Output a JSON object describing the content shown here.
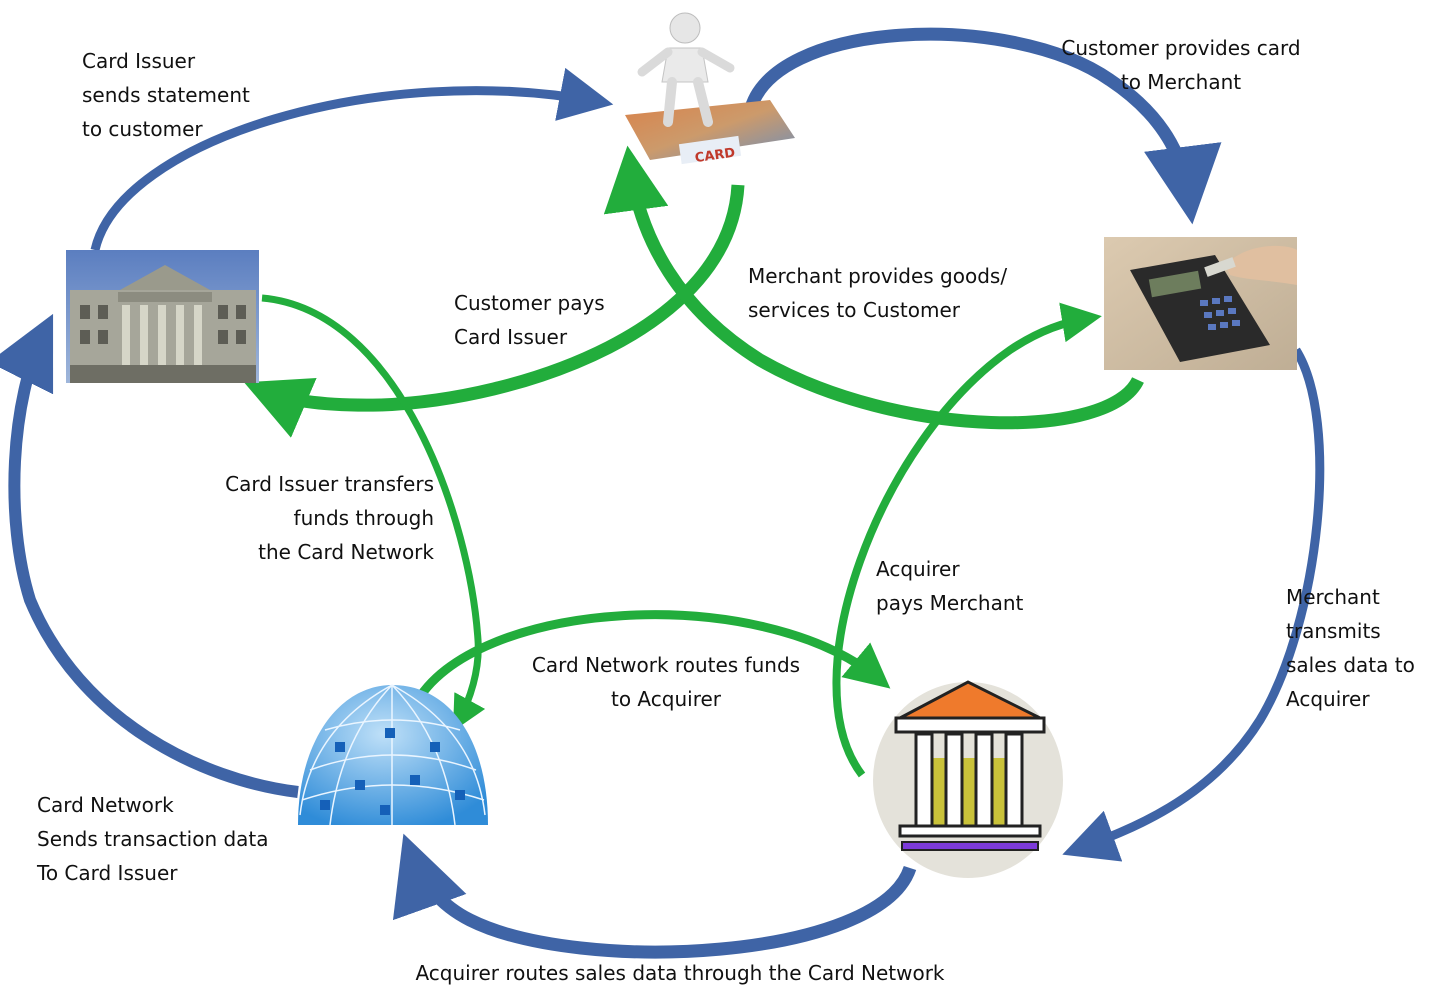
{
  "labels": {
    "issuer_statement": "Card Issuer\nsends statement\nto customer",
    "customer_provides": "Customer provides card\nto Merchant",
    "customer_pays": "Customer pays\nCard Issuer",
    "merchant_goods": "Merchant provides goods/\nservices to Customer",
    "issuer_transfers": "Card Issuer transfers\nfunds through\nthe Card Network",
    "acquirer_pays": "Acquirer\npays Merchant",
    "network_routes": "Card Network routes funds\nto  Acquirer",
    "merchant_transmits": "Merchant\ntransmits\nsales data to\nAcquirer",
    "network_sends": "Card Network\nSends transaction data\nTo Card Issuer",
    "acquirer_routes": "Acquirer routes sales data through the Card Network",
    "card_text": "CARD"
  },
  "colors": {
    "blue_arrow": "#3f64a6",
    "green_arrow": "#22ad3c",
    "text": "#111111",
    "bank_roof": "#ef7a2c"
  },
  "icons": {
    "customer": "person-on-credit-card-icon",
    "issuer": "bank-building-photo-icon",
    "merchant": "card-terminal-icon",
    "network": "globe-network-icon",
    "acquirer": "bank-columns-icon"
  }
}
